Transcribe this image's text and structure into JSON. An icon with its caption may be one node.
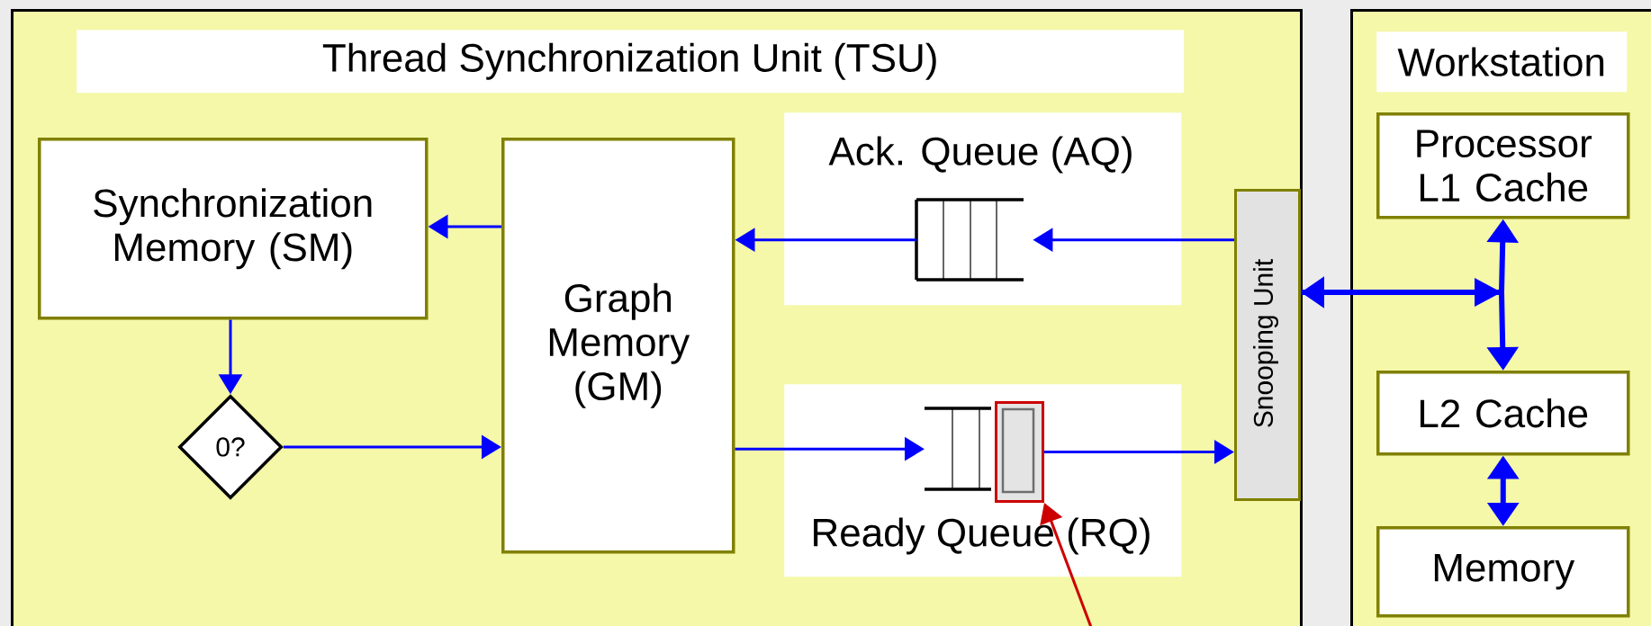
{
  "diagram": {
    "nodes": [
      {
        "text": [
          "Thread Synchronization Unit (TSU)"
        ]
      },
      {
        "text": [
          "Synchronization Memory (SM)"
        ],
        "in": 0
      },
      {
        "text": [
          "Graph Memory (GM)"
        ],
        "in": 0
      },
      {
        "text": [
          "0?"
        ],
        "in": 0
      },
      {
        "text": [
          "Ack. Queue (AQ)"
        ],
        "in": 0
      },
      {
        "text": [],
        "shape": "queue",
        "in": 4
      },
      {
        "text": [
          "Ready Queue (RQ)"
        ],
        "in": 0
      },
      {
        "text": [],
        "shape": "queue",
        "in": 6
      },
      {
        "text": [],
        "shape": "box",
        "in": 6
      },
      {
        "text": [
          "Snooping Unit"
        ],
        "in": 0
      },
      {
        "text": [
          "Workstation"
        ]
      },
      {
        "text": [
          "Processor L1 Cache"
        ],
        "in": 10
      },
      {
        "text": [
          "L2 Cache"
        ],
        "in": 10
      },
      {
        "text": [
          "Memory"
        ],
        "in": 10
      }
    ],
    "edges": [
      {
        "from": 2,
        "to": 1,
        "arrow": "to"
      },
      {
        "from": 1,
        "to": 3,
        "arrow": "to"
      },
      {
        "from": 3,
        "to": 2,
        "arrow": "to"
      },
      {
        "from": 5,
        "to": 2,
        "arrow": "to"
      },
      {
        "from": 9,
        "to": 5,
        "arrow": "to"
      },
      {
        "from": 2,
        "to": 7,
        "arrow": "to"
      },
      {
        "from": 8,
        "to": 9,
        "arrow": "to"
      },
      {
        "from": 9,
        "to": 11,
        "arrow": "both",
        "style": "thick"
      },
      {
        "from": 9,
        "to": 12,
        "arrow": "to",
        "style": "thick"
      },
      {
        "from": 12,
        "to": 13,
        "arrow": "both",
        "style": "thick"
      },
      {
        "from": null,
        "to": 8,
        "arrow": "to",
        "color": "#cc0000"
      }
    ]
  }
}
